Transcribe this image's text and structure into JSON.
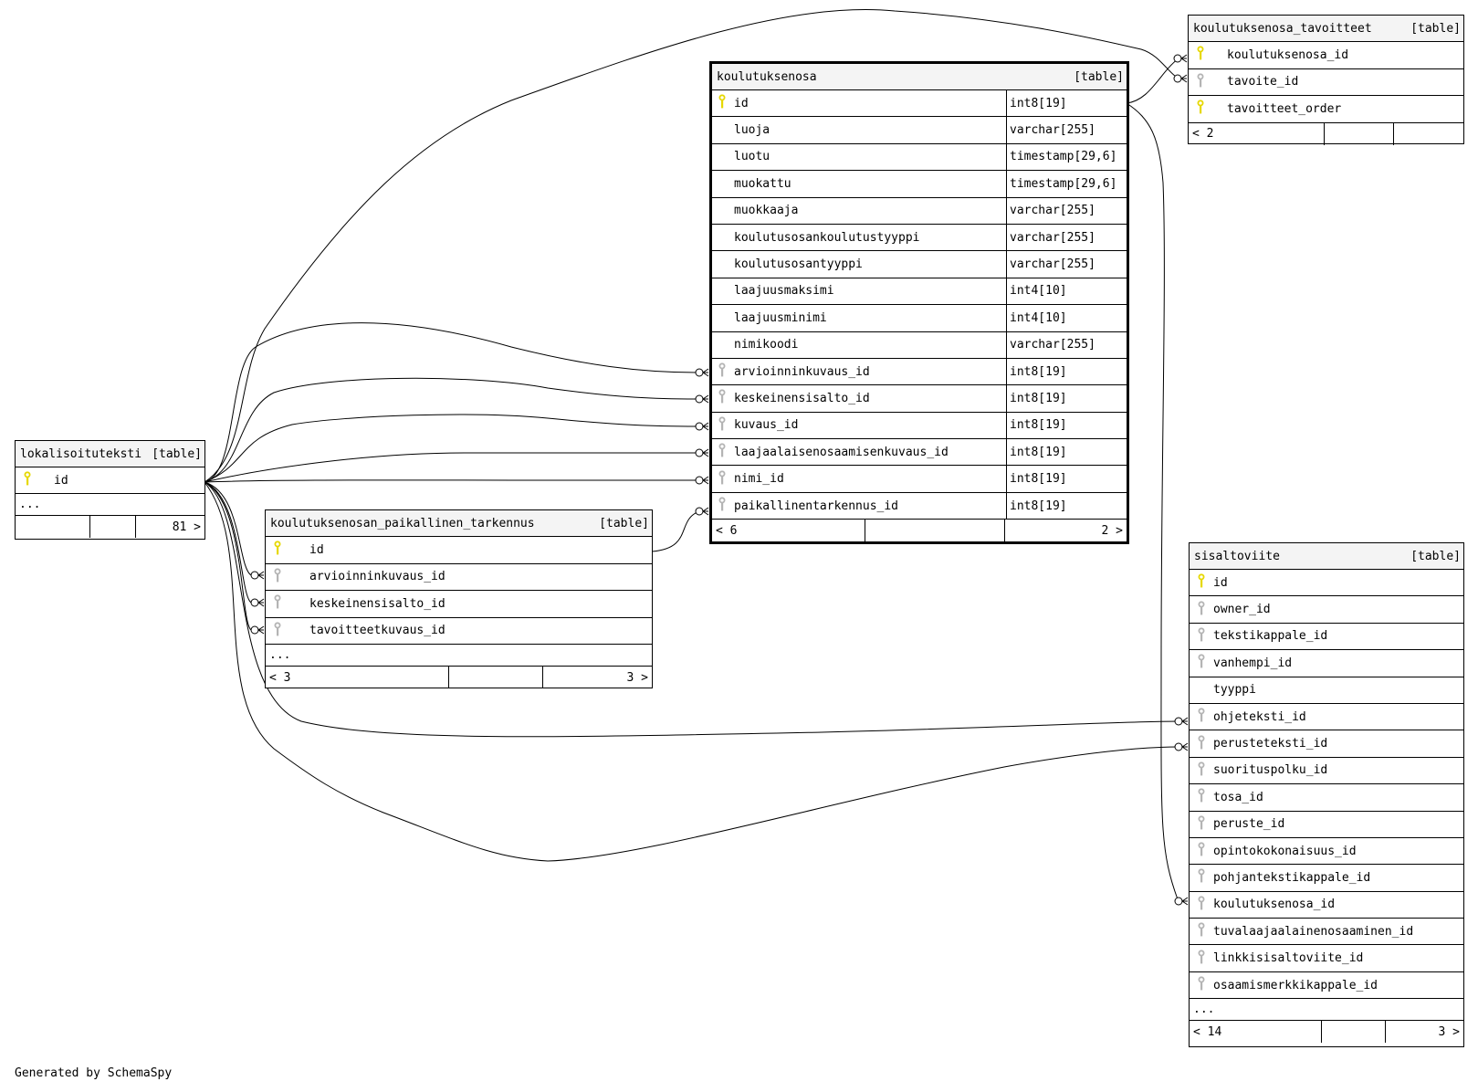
{
  "footer_text": "Generated by SchemaSpy",
  "colors": {
    "pk_key": "#e6d800",
    "fk_key": "#b4b4b4",
    "header_bg": "#f4f4f4"
  },
  "tables": {
    "koulutuksenosa": {
      "name": "koulutuksenosa",
      "kind": "[table]",
      "columns": [
        {
          "name": "id",
          "type": "int8[19]",
          "key": "pk"
        },
        {
          "name": "luoja",
          "type": "varchar[255]",
          "key": ""
        },
        {
          "name": "luotu",
          "type": "timestamp[29,6]",
          "key": ""
        },
        {
          "name": "muokattu",
          "type": "timestamp[29,6]",
          "key": ""
        },
        {
          "name": "muokkaaja",
          "type": "varchar[255]",
          "key": ""
        },
        {
          "name": "koulutusosankoulutustyyppi",
          "type": "varchar[255]",
          "key": ""
        },
        {
          "name": "koulutusosantyyppi",
          "type": "varchar[255]",
          "key": ""
        },
        {
          "name": "laajuusmaksimi",
          "type": "int4[10]",
          "key": ""
        },
        {
          "name": "laajuusminimi",
          "type": "int4[10]",
          "key": ""
        },
        {
          "name": "nimikoodi",
          "type": "varchar[255]",
          "key": ""
        },
        {
          "name": "arvioinninkuvaus_id",
          "type": "int8[19]",
          "key": "fk"
        },
        {
          "name": "keskeinensisalto_id",
          "type": "int8[19]",
          "key": "fk"
        },
        {
          "name": "kuvaus_id",
          "type": "int8[19]",
          "key": "fk"
        },
        {
          "name": "laajaalaisenosaamisenkuvaus_id",
          "type": "int8[19]",
          "key": "fk"
        },
        {
          "name": "nimi_id",
          "type": "int8[19]",
          "key": "fk"
        },
        {
          "name": "paikallinentarkennus_id",
          "type": "int8[19]",
          "key": "fk"
        }
      ],
      "footer": [
        "< 6",
        "",
        "2 >"
      ]
    },
    "koulutuksenosa_tavoitteet": {
      "name": "koulutuksenosa_tavoitteet",
      "kind": "[table]",
      "columns": [
        {
          "name": "koulutuksenosa_id",
          "key": "pk"
        },
        {
          "name": "tavoite_id",
          "key": "fk"
        },
        {
          "name": "tavoitteet_order",
          "key": "pk"
        }
      ],
      "footer": [
        "< 2",
        "",
        ""
      ]
    },
    "lokalisoituteksti": {
      "name": "lokalisoituteksti",
      "kind": "[table]",
      "columns": [
        {
          "name": "id",
          "key": "pk"
        }
      ],
      "ellipsis": "...",
      "footer": [
        "",
        "",
        "81 >"
      ]
    },
    "koulutuksenosan_paikallinen_tarkennus": {
      "name": "koulutuksenosan_paikallinen_tarkennus",
      "kind": "[table]",
      "columns": [
        {
          "name": "id",
          "key": "pk"
        },
        {
          "name": "arvioinninkuvaus_id",
          "key": "fk"
        },
        {
          "name": "keskeinensisalto_id",
          "key": "fk"
        },
        {
          "name": "tavoitteetkuvaus_id",
          "key": "fk"
        }
      ],
      "ellipsis": "...",
      "footer": [
        "< 3",
        "",
        "3 >"
      ]
    },
    "sisaltoviite": {
      "name": "sisaltoviite",
      "kind": "[table]",
      "columns": [
        {
          "name": "id",
          "key": "pk"
        },
        {
          "name": "owner_id",
          "key": "fk"
        },
        {
          "name": "tekstikappale_id",
          "key": "fk"
        },
        {
          "name": "vanhempi_id",
          "key": "fk"
        },
        {
          "name": "tyyppi",
          "key": ""
        },
        {
          "name": "ohjeteksti_id",
          "key": "fk"
        },
        {
          "name": "perusteteksti_id",
          "key": "fk"
        },
        {
          "name": "suorituspolku_id",
          "key": "fk"
        },
        {
          "name": "tosa_id",
          "key": "fk"
        },
        {
          "name": "peruste_id",
          "key": "fk"
        },
        {
          "name": "opintokokonaisuus_id",
          "key": "fk"
        },
        {
          "name": "pohjantekstikappale_id",
          "key": "fk"
        },
        {
          "name": "koulutuksenosa_id",
          "key": "fk"
        },
        {
          "name": "tuvalaajaalainenosaaminen_id",
          "key": "fk"
        },
        {
          "name": "linkkisisaltoviite_id",
          "key": "fk"
        },
        {
          "name": "osaamismerkkikappale_id",
          "key": "fk"
        }
      ],
      "ellipsis": "...",
      "footer": [
        "< 14",
        "",
        "3 >"
      ]
    }
  },
  "relationships": [
    {
      "from": "lokalisoituteksti.id",
      "to": "koulutuksenosa.arvioinninkuvaus_id"
    },
    {
      "from": "lokalisoituteksti.id",
      "to": "koulutuksenosa.keskeinensisalto_id"
    },
    {
      "from": "lokalisoituteksti.id",
      "to": "koulutuksenosa.kuvaus_id"
    },
    {
      "from": "lokalisoituteksti.id",
      "to": "koulutuksenosa.laajaalaisenosaamisenkuvaus_id"
    },
    {
      "from": "lokalisoituteksti.id",
      "to": "koulutuksenosa.nimi_id"
    },
    {
      "from": "koulutuksenosan_paikallinen_tarkennus.id",
      "to": "koulutuksenosa.paikallinentarkennus_id"
    },
    {
      "from": "koulutuksenosa.id",
      "to": "koulutuksenosa_tavoitteet.koulutuksenosa_id"
    },
    {
      "from": "lokalisoituteksti.id",
      "to": "koulutuksenosa_tavoitteet.tavoite_id"
    },
    {
      "from": "koulutuksenosa.id",
      "to": "sisaltoviite.koulutuksenosa_id"
    },
    {
      "from": "lokalisoituteksti.id",
      "to": "koulutuksenosan_paikallinen_tarkennus.arvioinninkuvaus_id"
    },
    {
      "from": "lokalisoituteksti.id",
      "to": "koulutuksenosan_paikallinen_tarkennus.keskeinensisalto_id"
    },
    {
      "from": "lokalisoituteksti.id",
      "to": "koulutuksenosan_paikallinen_tarkennus.tavoitteetkuvaus_id"
    },
    {
      "from": "lokalisoituteksti.id",
      "to": "sisaltoviite.ohjeteksti_id"
    },
    {
      "from": "lokalisoituteksti.id",
      "to": "sisaltoviite.perusteteksti_id"
    }
  ]
}
